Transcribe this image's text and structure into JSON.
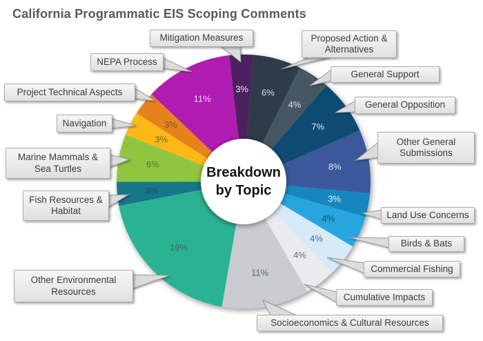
{
  "title": "California Programmatic EIS Scoping Comments",
  "center_label": "Breakdown by Topic",
  "chart_data": {
    "type": "pie",
    "donut": true,
    "start_angle_deg_from_top": -6.5,
    "legend": "none",
    "labels_style": "external gray callout boxes with pointer tails; percent labels inside slices",
    "slices": [
      {
        "label": "Mitigation Measures",
        "value": 3,
        "pct": "3%",
        "color": "#4B235F",
        "pct_color": "#EDE3F0"
      },
      {
        "label": "Proposed Action & Alternatives",
        "value": 6,
        "pct": "6%",
        "color": "#2D3A49",
        "pct_color": "#D9DEE3"
      },
      {
        "label": "General Support",
        "value": 4,
        "pct": "4%",
        "color": "#475663",
        "pct_color": "#DFE3E8"
      },
      {
        "label": "General Opposition",
        "value": 7,
        "pct": "7%",
        "color": "#114B72",
        "pct_color": "#DCE9F2"
      },
      {
        "label": "Other General Submissions",
        "value": 8,
        "pct": "8%",
        "color": "#3A589C",
        "pct_color": "#DDE5F4"
      },
      {
        "label": "Land Use Concerns",
        "value": 3,
        "pct": "3%",
        "color": "#1786BE",
        "pct_color": "#E3F2FA"
      },
      {
        "label": "Birds & Bats",
        "value": 4,
        "pct": "4%",
        "color": "#27A5DE",
        "pct_color": "#1E4E6E"
      },
      {
        "label": "Commercial Fishing",
        "value": 4,
        "pct": "4%",
        "color": "#D6EAF8",
        "pct_color": "#5E6A74"
      },
      {
        "label": "Cumulative Impacts",
        "value": 4,
        "pct": "4%",
        "color": "#E9EBED",
        "pct_color": "#697580"
      },
      {
        "label": "Socioeconomics & Cultural Resources",
        "value": 11,
        "pct": "11%",
        "color": "#C9CDD2",
        "pct_color": "#596169"
      },
      {
        "label": "Other Environmental Resources",
        "value": 19,
        "pct": "19%",
        "color": "#2BB392",
        "pct_color": "#3F685C"
      },
      {
        "label": "Fish Resources & Habitat",
        "value": 3,
        "pct": "3%",
        "color": "#17768A",
        "pct_color": "#244A54"
      },
      {
        "label": "Marine Mammals & Sea Turtles",
        "value": 6,
        "pct": "6%",
        "color": "#8FC640",
        "pct_color": "#5C7038"
      },
      {
        "label": "Navigation",
        "value": 3,
        "pct": "3%",
        "color": "#FDB813",
        "pct_color": "#71612E"
      },
      {
        "label": "Project Technical Aspects",
        "value": 3,
        "pct": "3%",
        "color": "#E5821E",
        "pct_color": "#7A5224"
      },
      {
        "label": "NEPA Process",
        "value": 11,
        "pct": "11%",
        "color": "#B01DB2",
        "pct_color": "#F0CDF2"
      }
    ]
  },
  "colors": {
    "title_text": "#58595B",
    "callout_bg": "#EDEDED",
    "callout_border": "#ABABAB",
    "center_circle": "#FFFFFF",
    "center_text": "#141414",
    "background": "#FFFFFF"
  }
}
